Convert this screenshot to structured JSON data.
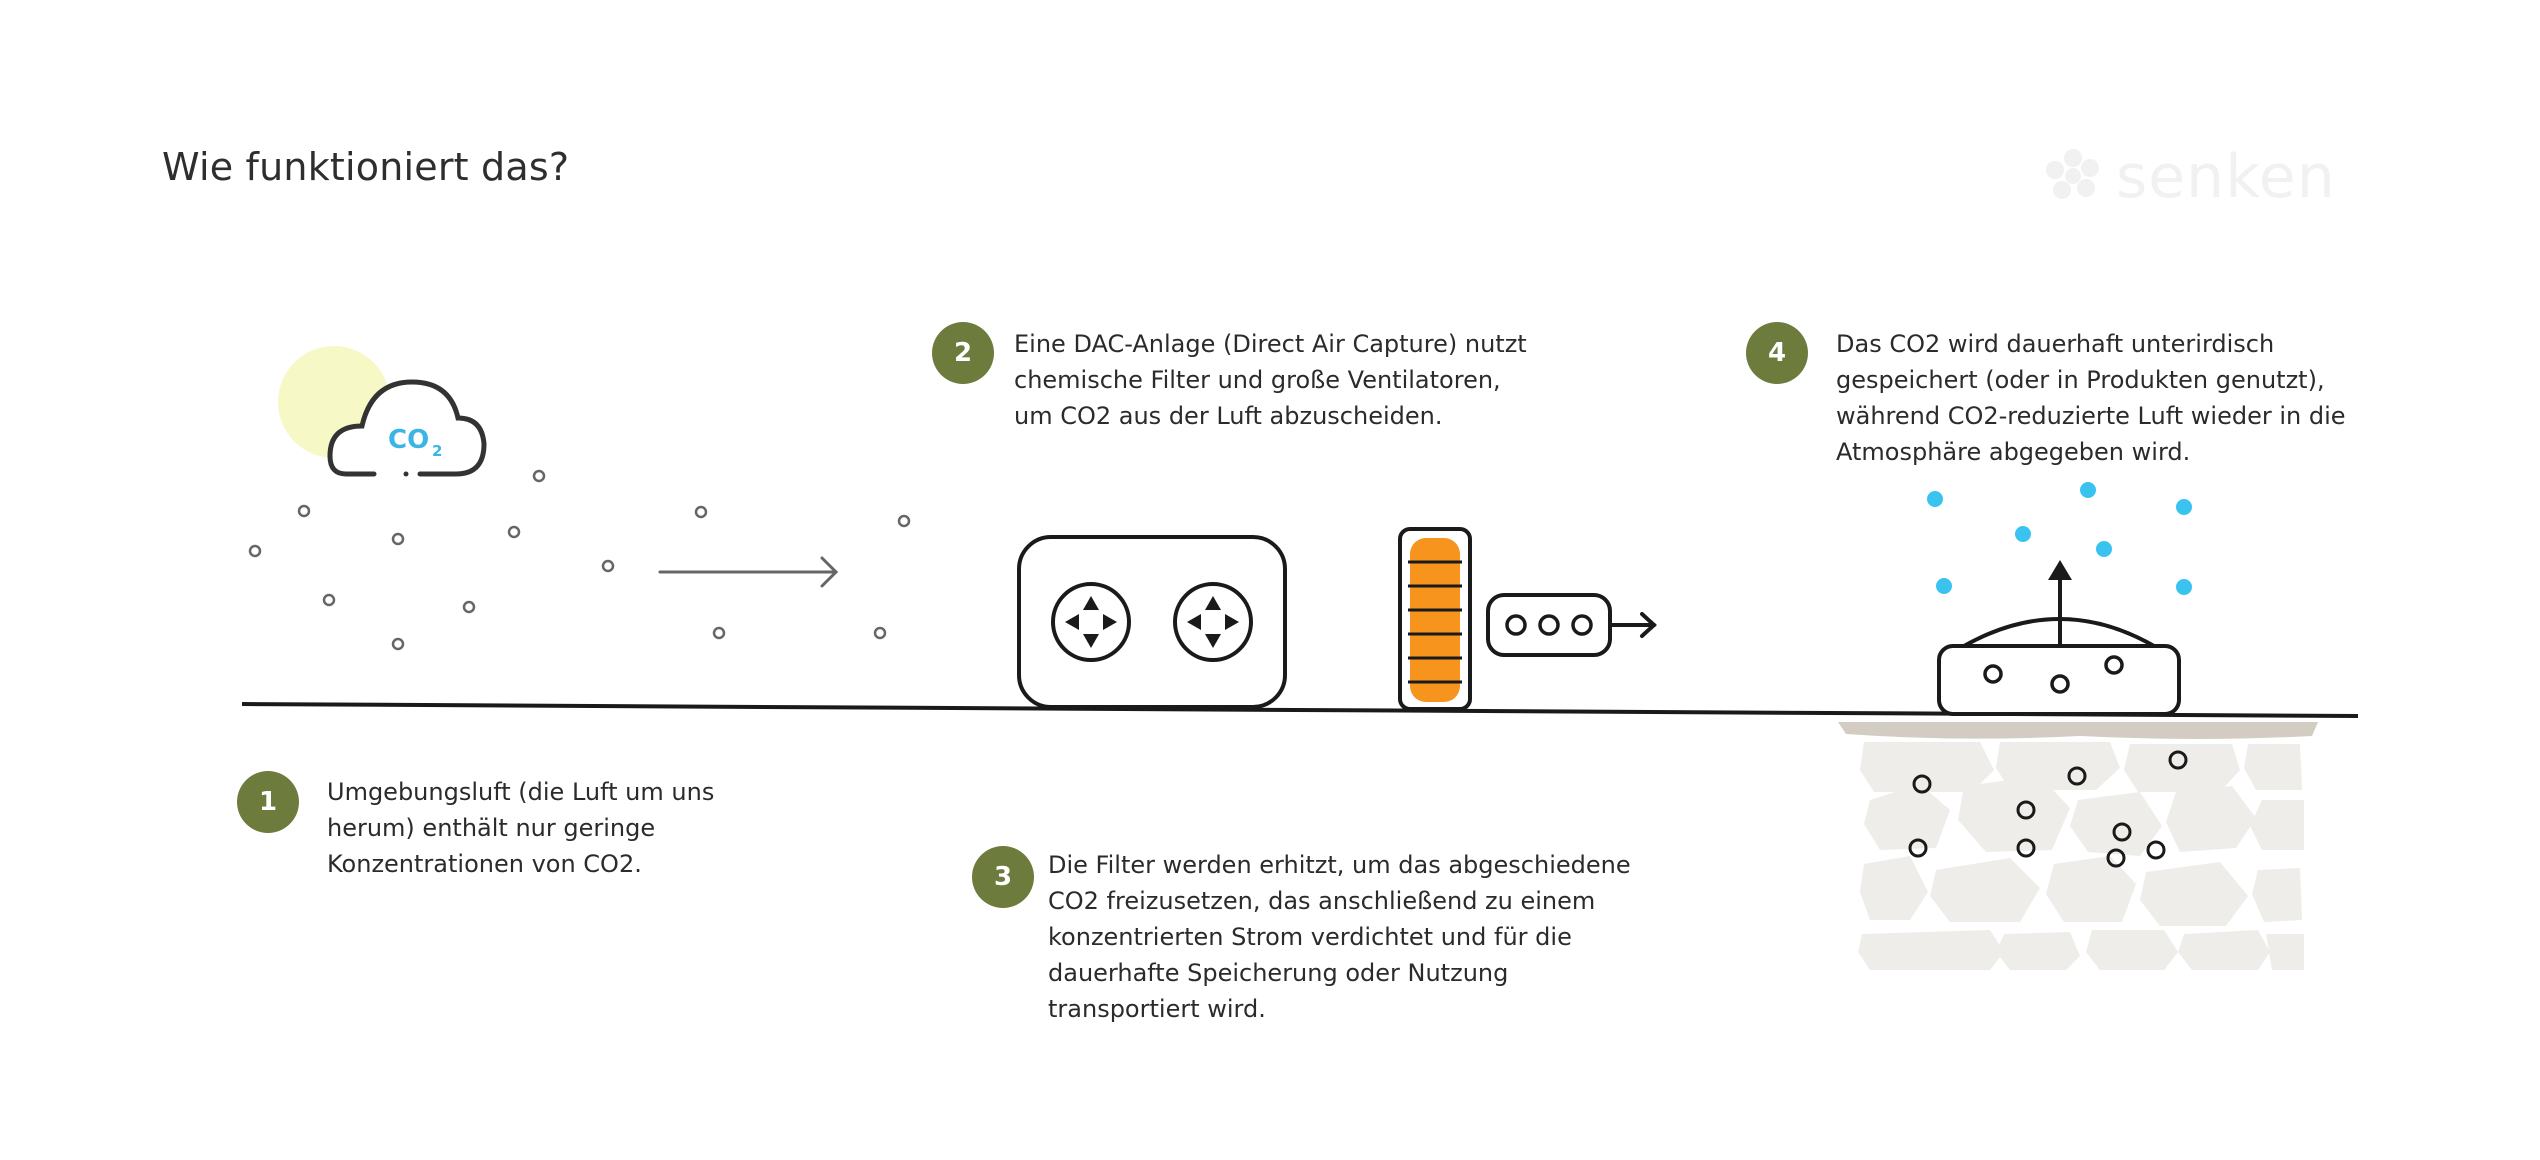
{
  "title": "Wie funktioniert das?",
  "brand": {
    "name": "senken",
    "logo_icon": "flower-icon",
    "logo_color": "#f1f1f1"
  },
  "colors": {
    "badge": "#6d7b3d",
    "sun": "#f6f8c6",
    "co2_label": "#3bb5e6",
    "filter": "#f7941d",
    "rocks": "#efedea",
    "rock_top": "#d3ccc2",
    "air_dots": "#3bc3ef",
    "line": "#1a1a1a"
  },
  "cloud": {
    "label": "CO",
    "subscript": "2"
  },
  "steps": [
    {
      "number": "1",
      "text": "Umgebungsluft (die Luft um uns\nherum) enthält nur geringe\nKonzentrationen von CO2."
    },
    {
      "number": "2",
      "text": "Eine DAC-Anlage (Direct Air Capture) nutzt\nchemische Filter und große Ventilatoren,\num CO2 aus der Luft abzuscheiden."
    },
    {
      "number": "3",
      "text": "Die Filter werden erhitzt, um das abgeschiedene\nCO2 freizusetzen, das anschließend zu einem\nkonzentrierten Strom verdichtet und für die\ndauerhafte Speicherung oder Nutzung\ntransportiert wird."
    },
    {
      "number": "4",
      "text": "Das CO2 wird dauerhaft unterirdisch\ngespeichert (oder in Produkten genutzt),\nwährend CO2-reduzierte Luft wieder in die\nAtmosphäre abgegeben wird."
    }
  ],
  "icons": {
    "cloud": "co2-cloud-icon",
    "sun": "sun-icon",
    "fans": "dac-fan-unit-icon",
    "filter": "filter-cartridge-icon",
    "compressor": "compressor-icon",
    "storage": "storage-dome-icon",
    "underground": "underground-rock-icon"
  }
}
